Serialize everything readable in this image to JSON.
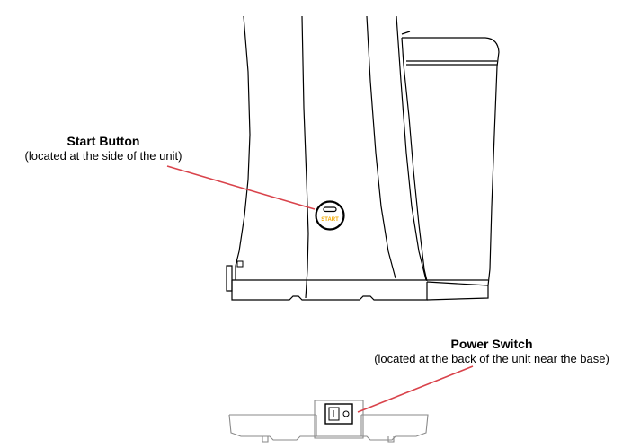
{
  "start_button": {
    "title": "Start Button",
    "subtitle": "(located at the side of the unit)",
    "button_text": "START",
    "button_text_color": "#f2a900"
  },
  "power_switch": {
    "title": "Power Switch",
    "subtitle": "(located at the back of the unit near the base)"
  },
  "colors": {
    "callout_line": "#d9434b",
    "outline": "#000000"
  }
}
